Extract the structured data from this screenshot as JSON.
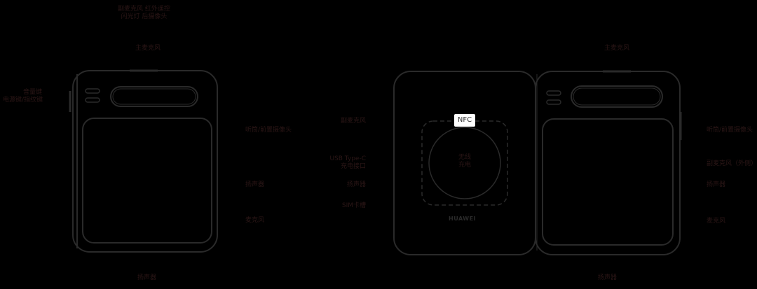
{
  "diagram": {
    "title": "",
    "line_color": "#2a2a2a",
    "label_color": "#2b1616"
  },
  "left_device": {
    "view": "closed-front",
    "labels": {
      "top_mics": [
        "副麦克风 红外遥控",
        "闪光灯   后摄像头"
      ],
      "top": "主麦克风",
      "left": [
        "音量键",
        "电源键/指纹键"
      ],
      "right_top": "听筒/前置摄像头",
      "right_mid": "扬声器",
      "right_low": "麦克风",
      "bottom": "扬声器"
    }
  },
  "right_device": {
    "view": "unfolded-back",
    "logo": "HUAWEI",
    "nfc_label": "NFC",
    "coil_label": [
      "无线",
      "充电"
    ],
    "labels": {
      "top": "主麦克风",
      "left": [
        "副麦克风",
        "USB Type-C",
        "充电接口",
        "扬声器",
        "SIM卡槽"
      ],
      "right_top": "听筒/前置摄像头",
      "right_mid": "副麦克风（外侧）",
      "right_mid2": "扬声器",
      "right_low": "麦克风",
      "bottom": "扬声器"
    }
  }
}
